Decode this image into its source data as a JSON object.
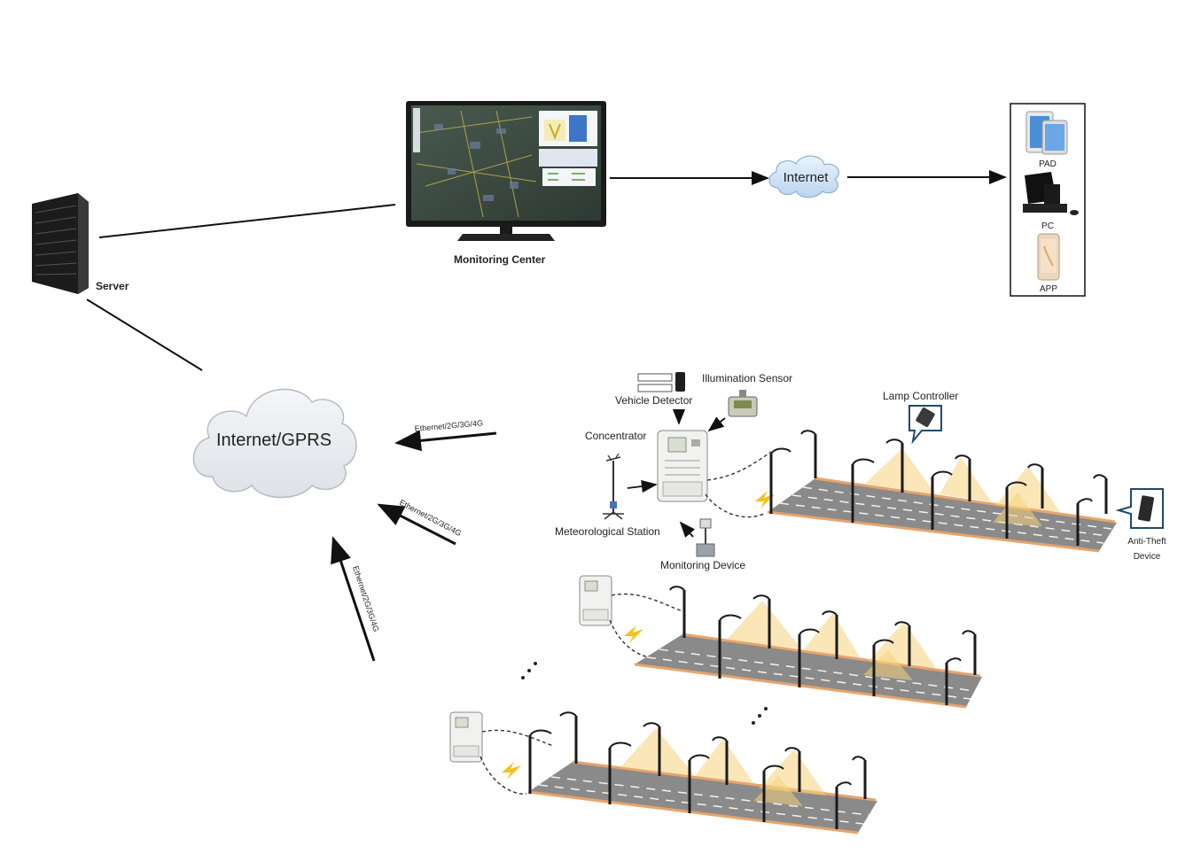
{
  "nodes": {
    "server": "Server",
    "monitoring_center": "Monitoring Center",
    "internet": "Internet",
    "internet_gprs": "Internet/GPRS",
    "pad": "PAD",
    "pc": "PC",
    "app": "APP",
    "vehicle_detector": "Vehicle Detector",
    "illumination_sensor": "Illumination Sensor",
    "concentrator": "Concentrator",
    "meteorological_station": "Meteorological Station",
    "monitoring_device": "Monitoring Device",
    "lamp_controller": "Lamp Controller",
    "anti_theft_line1": "Anti-Theft",
    "anti_theft_line2": "Device"
  },
  "links": {
    "ethernet_1": "Ethernet/2G/3G/4G",
    "ethernet_2": "Ethernet/2G/3G/4G",
    "ethernet_3": "Ethernet/2G/3G/4G"
  },
  "colors": {
    "road": "#8a8a8a",
    "road_edge": "#e7a46a",
    "light_beam": "#f6d27a",
    "cloud": "#e9ecef",
    "lightning": "#f2c21b"
  }
}
